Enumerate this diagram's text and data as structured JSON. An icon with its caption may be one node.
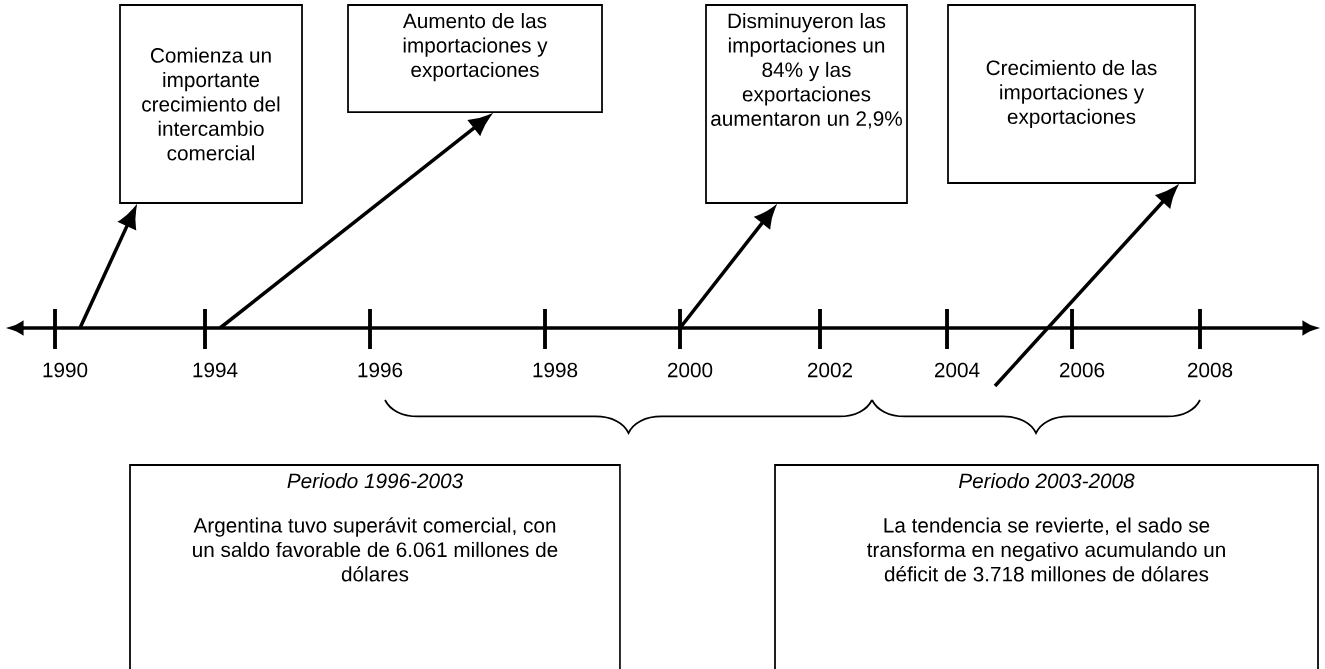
{
  "diagram": {
    "nodes": [
      {
        "text": [
          "Comienza un importante crecimiento del intercambio comercial"
        ]
      },
      {
        "text": [
          "Aumento de las importaciones y exportaciones"
        ]
      },
      {
        "text": [
          "Disminuyeron las importaciones un 84% y las exportaciones aumentaron un 2,9%"
        ]
      },
      {
        "text": [
          "Crecimiento de las importaciones y exportaciones"
        ]
      },
      {
        "text": [
          "Periodo 1996-2003",
          "Argentina tuvo superávit comercial, con un saldo favorable de 6.061 millones de dólares"
        ]
      },
      {
        "text": [
          "Periodo 2003-2008",
          "La tendencia se revierte, el sado se transforma en negativo acumulando un déficit de 3.718 millones de dólares"
        ]
      }
    ],
    "edges": [
      {
        "from": null,
        "to": 0,
        "arrow": "to"
      },
      {
        "from": null,
        "to": 1,
        "arrow": "to"
      },
      {
        "from": null,
        "to": 2,
        "arrow": "to"
      },
      {
        "from": null,
        "to": 3,
        "arrow": "to"
      }
    ],
    "labels": [
      "1990",
      "1994",
      "1996",
      "1998",
      "2000",
      "2002",
      "2004",
      "2006",
      "2008"
    ]
  }
}
